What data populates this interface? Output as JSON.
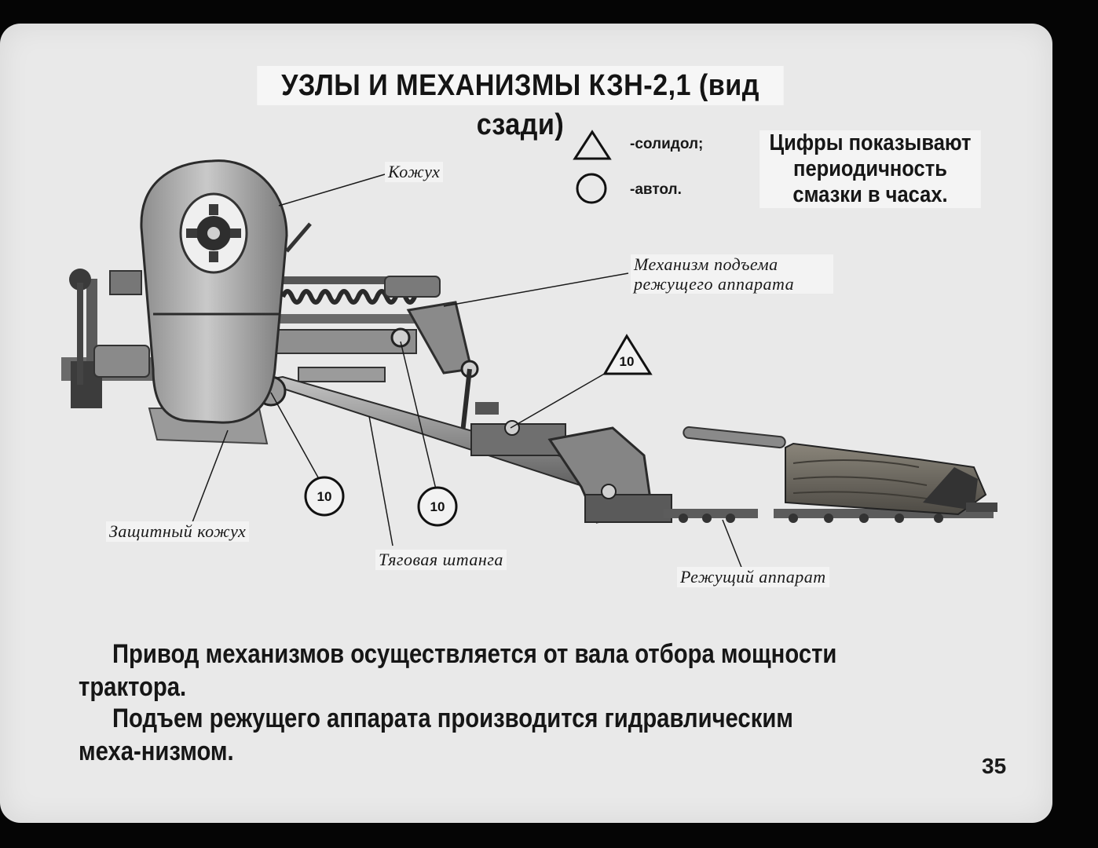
{
  "title": "УЗЛЫ И МЕХАНИЗМЫ КЗН-2,1 (вид сзади)",
  "legend": {
    "triangle_label": "-солидол;",
    "circle_label": "-автол."
  },
  "note": "Цифры показывают периодичность смазки в часах.",
  "labels": {
    "kozhukh": "Кожух",
    "lift_mechanism": "Механизм подъема режущего аппарата",
    "protective_cover": "Защитный кожух",
    "draw_bar": "Тяговая штанга",
    "cutting_unit": "Режущий аппарат"
  },
  "markers": {
    "triangle_value": "10",
    "circle1_value": "10",
    "circle2_value": "10"
  },
  "body": {
    "paragraph1": "Привод механизмов осуществляется от вала отбора мощности трактора.",
    "paragraph2": "Подъем режущего аппарата производится гидравлическим меха-низмом."
  },
  "page_number": "35",
  "colors": {
    "background": "#050505",
    "slide": "#e9e9e9",
    "ink": "#161616",
    "metal": "#9a9a9a",
    "wood": "#6e6a60"
  }
}
